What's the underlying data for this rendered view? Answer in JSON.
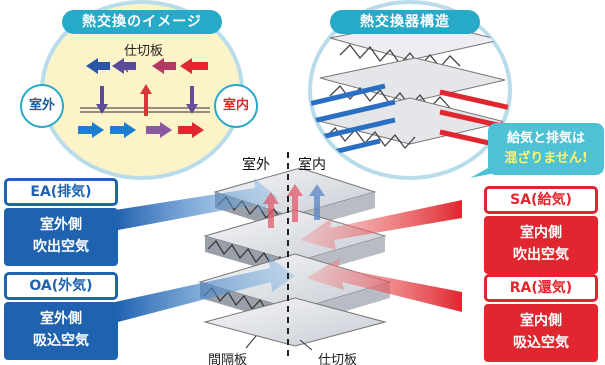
{
  "left_panel": {
    "title": "熱交換のイメージ",
    "outside": "室外",
    "inside": "室内",
    "partition": "仕切板"
  },
  "right_panel": {
    "title": "熱交換器構造",
    "note_line1": "給気と排気は",
    "note_line2": "混ざりません!"
  },
  "main": {
    "outside": "室外",
    "inside": "室内",
    "spacer_label": "間隔板",
    "partition_label": "仕切板"
  },
  "labels": {
    "ea": {
      "title": "EA(排気)",
      "line1": "室外側",
      "line2": "吹出空気"
    },
    "oa": {
      "title": "OA(外気)",
      "line1": "室外側",
      "line2": "吸込空気"
    },
    "sa": {
      "title": "SA(給気)",
      "line1": "室内側",
      "line2": "吹出空気"
    },
    "ra": {
      "title": "RA(還気)",
      "line1": "室内側",
      "line2": "吸込空気"
    }
  },
  "colors": {
    "accent": "#27a9c8",
    "exhaust_blue": "#1f63b0",
    "supply_red": "#e0262e",
    "panel_bg": "#fdf3c9",
    "note_bg": "#4ec2d4",
    "note_highlight": "#fff36a"
  }
}
